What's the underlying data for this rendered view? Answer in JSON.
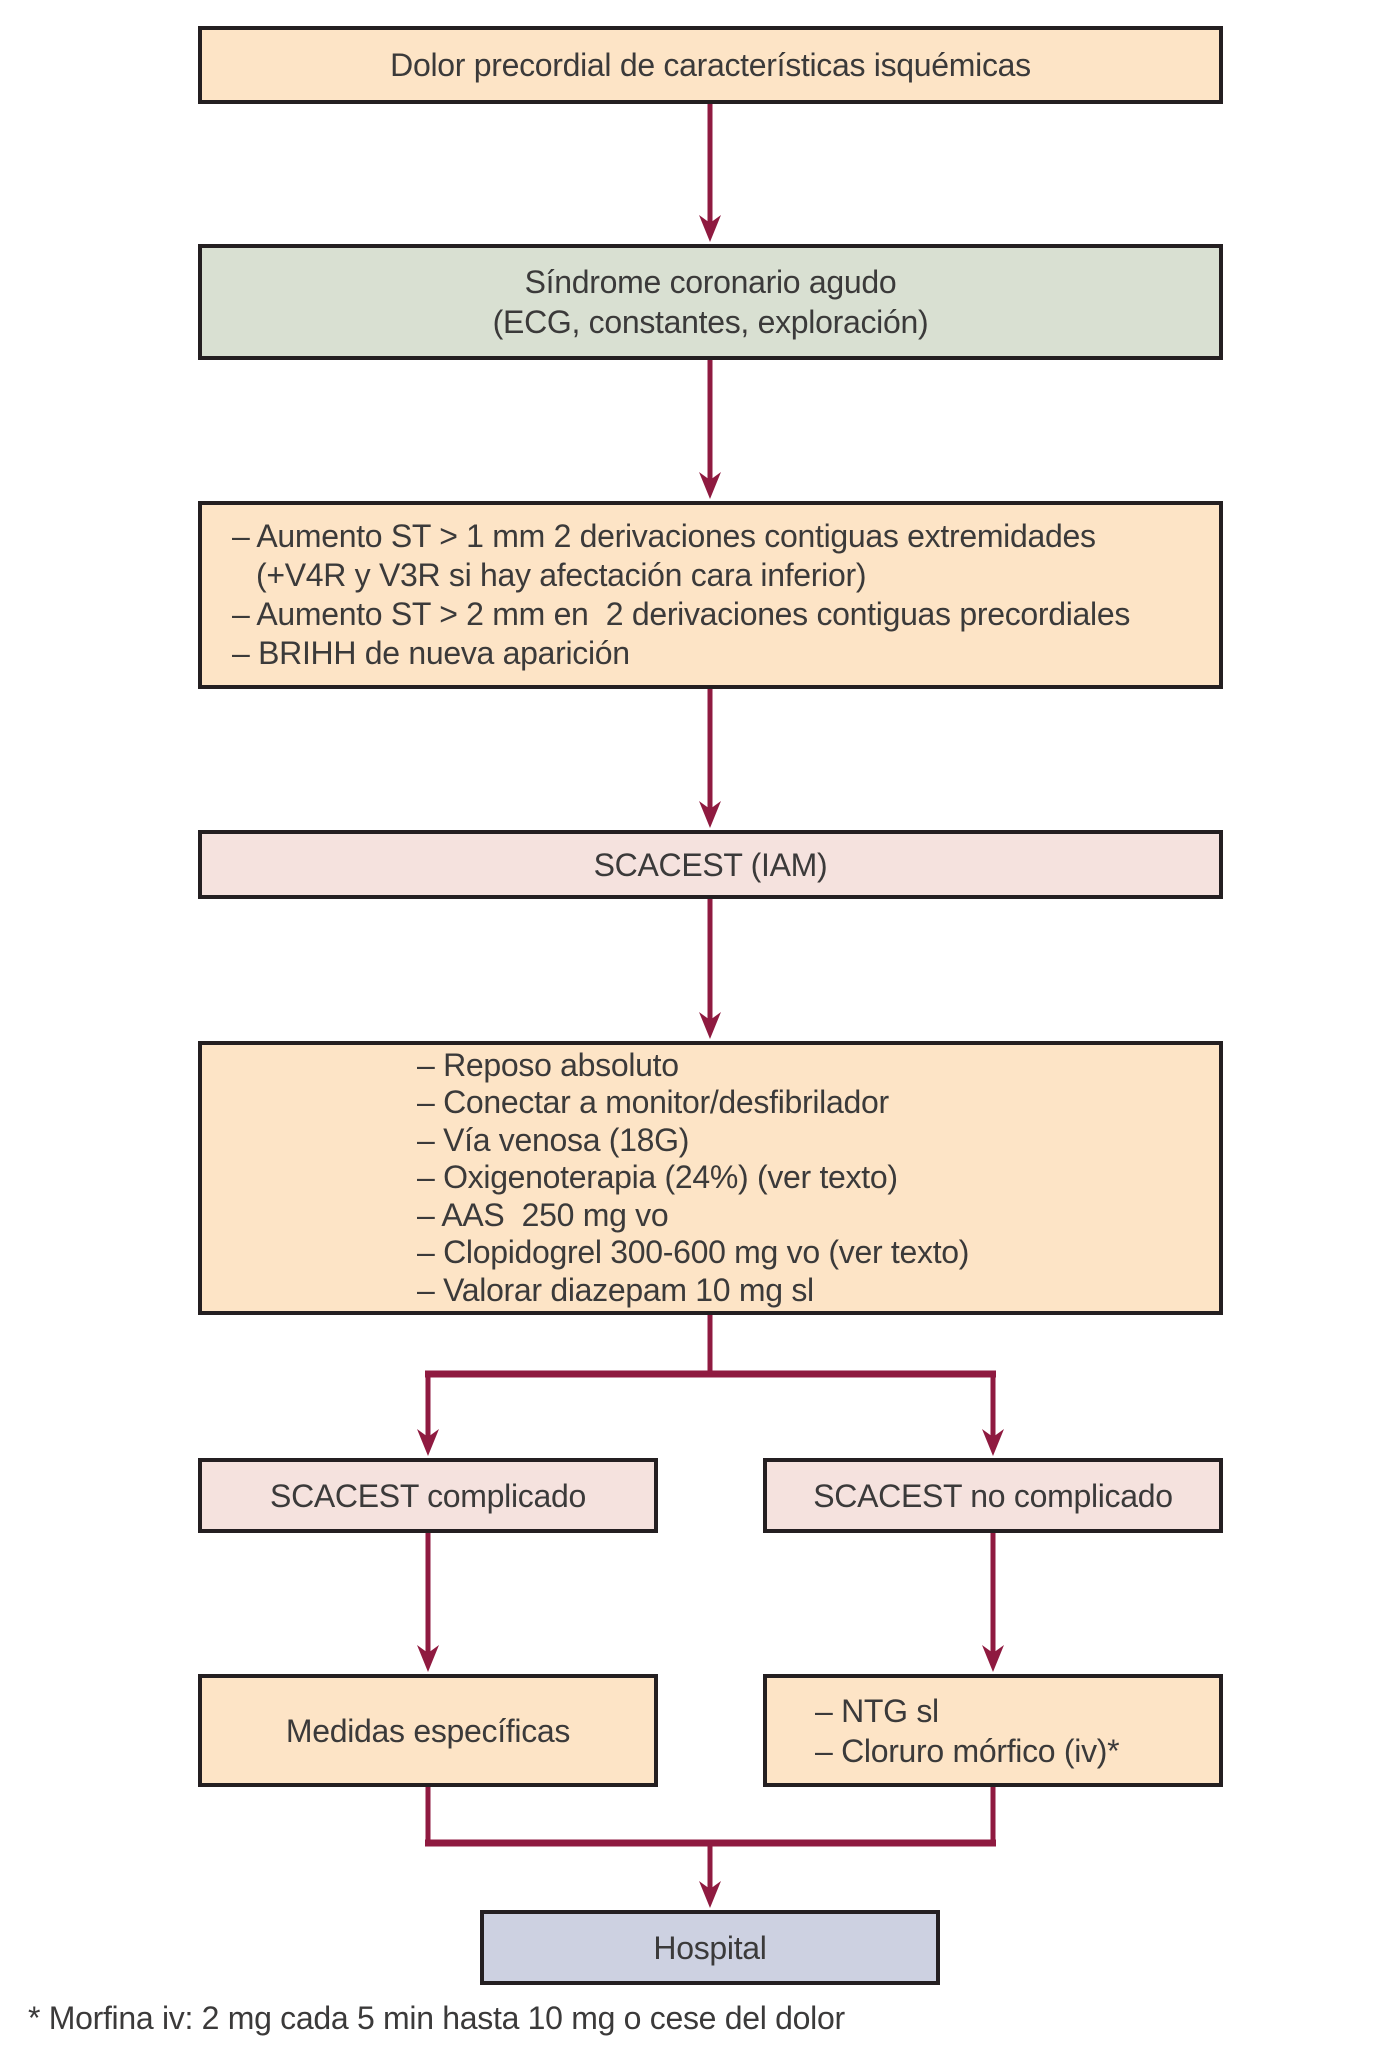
{
  "title": "Algoritmo SCACEST",
  "nodes": {
    "dolor": {
      "label": "Dolor precordial de características isquémicas"
    },
    "sca": {
      "lines": [
        "Síndrome coronario agudo",
        "(ECG, constantes, exploración)"
      ]
    },
    "criterios": {
      "items": [
        "– Aumento ST > 1 mm 2 derivaciones contiguas extremidades",
        "(+V4R y V3R si hay afectación cara inferior)",
        "– Aumento ST > 2 mm en  2 derivaciones contiguas precordiales",
        "– BRIHH de nueva aparición"
      ]
    },
    "iam": {
      "label": "SCACEST (IAM)"
    },
    "medidas": {
      "items": [
        "– Reposo absoluto",
        "– Conectar a monitor/desfibrilador",
        "– Vía venosa (18G)",
        "– Oxigenoterapia (24%) (ver texto)",
        "– AAS  250 mg vo",
        "– Clopidogrel 300-600 mg vo (ver texto)",
        "– Valorar diazepam 10 mg sl"
      ]
    },
    "complicado": {
      "label": "SCACEST complicado"
    },
    "no_complicado": {
      "label": "SCACEST no complicado"
    },
    "especificas": {
      "label": "Medidas específicas"
    },
    "ntg": {
      "items": [
        "– NTG sl",
        "– Cloruro mórfico (iv)*"
      ]
    },
    "hospital": {
      "label": "Hospital"
    }
  },
  "footnote": "* Morfina iv: 2 mg cada 5 min hasta 10 mg o cese del dolor",
  "colors": {
    "arrow": "#8f1a40",
    "border": "#241f21",
    "box_peach": "#fde4c6",
    "box_green": "#d9e0d2",
    "box_pink": "#f5e2de",
    "box_lavender": "#cdd1e1",
    "text": "#3b3a3a",
    "background": "#ffffff"
  }
}
